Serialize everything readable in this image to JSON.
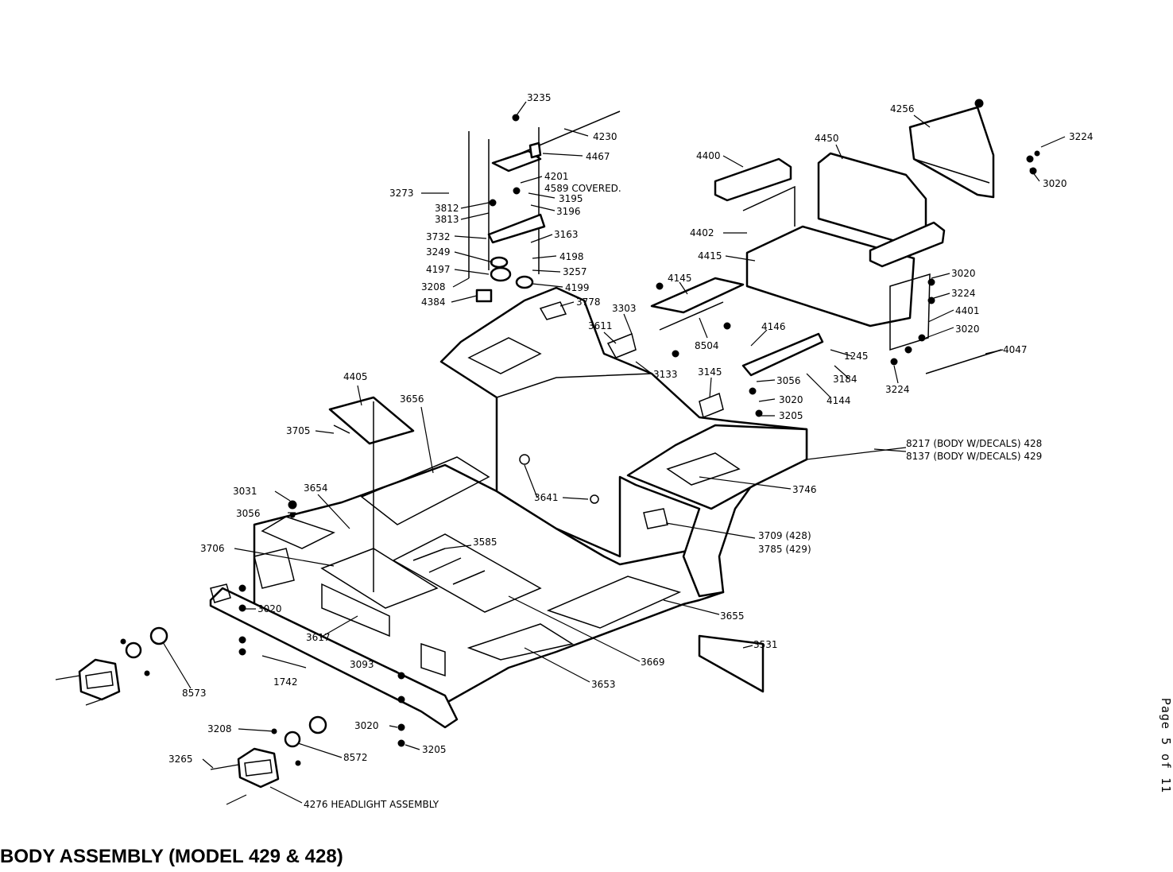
{
  "title": "BODY ASSEMBLY (MODEL 429 & 428)",
  "page_number": "Page 5 of 11",
  "diagram": {
    "callouts": [
      "3235",
      "4230",
      "4467",
      "4201",
      "4589 COVERED.",
      "3195",
      "3196",
      "3273",
      "3812",
      "3813",
      "3732",
      "3163",
      "3249",
      "4198",
      "4197",
      "3257",
      "3208",
      "4199",
      "4384",
      "3778",
      "3303",
      "3611",
      "3133",
      "4256",
      "3224",
      "3020",
      "4450",
      "4400",
      "4402",
      "4415",
      "4145",
      "8504",
      "4146",
      "3020",
      "3224",
      "4401",
      "3020",
      "1245",
      "3184",
      "4047",
      "3145",
      "3056",
      "3020",
      "3205",
      "4144",
      "3224",
      "4405",
      "3656",
      "3705",
      "8217 (BODY W/DECALS) 428",
      "8137 (BODY W/DECALS) 429",
      "3031",
      "3654",
      "3056",
      "3641",
      "3746",
      "3709 (428)",
      "3785 (429)",
      "3706",
      "3585",
      "3020",
      "3655",
      "3617",
      "3531",
      "3093",
      "3669",
      "1742",
      "3653",
      "8573",
      "3208",
      "3020",
      "3205",
      "8572",
      "3265",
      "4276 HEADLIGHT ASSEMBLY"
    ]
  }
}
